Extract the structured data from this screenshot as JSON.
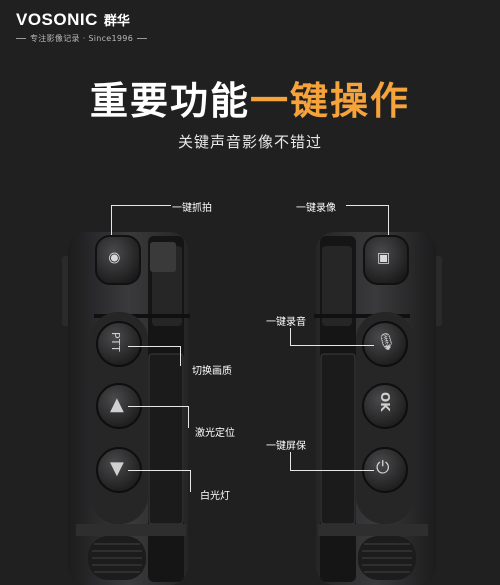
{
  "brand": {
    "name": "VOSONIC",
    "name_cn": "群华",
    "tagline": "专注影像记录 · Since1996"
  },
  "headline": {
    "part1": "重要功能",
    "part2": "一键操作"
  },
  "subline": "关键声音影像不错过",
  "left_device": {
    "buttons": [
      "PTT",
      "▲",
      "▼"
    ],
    "callouts": [
      "一键抓拍",
      "切换画质",
      "激光定位",
      "白光灯"
    ]
  },
  "right_device": {
    "buttons": [
      "OK"
    ],
    "callouts": [
      "一键录像",
      "一键录音",
      "一键屏保"
    ]
  },
  "colors": {
    "accent": "#f5a33a",
    "background": "#202021"
  }
}
